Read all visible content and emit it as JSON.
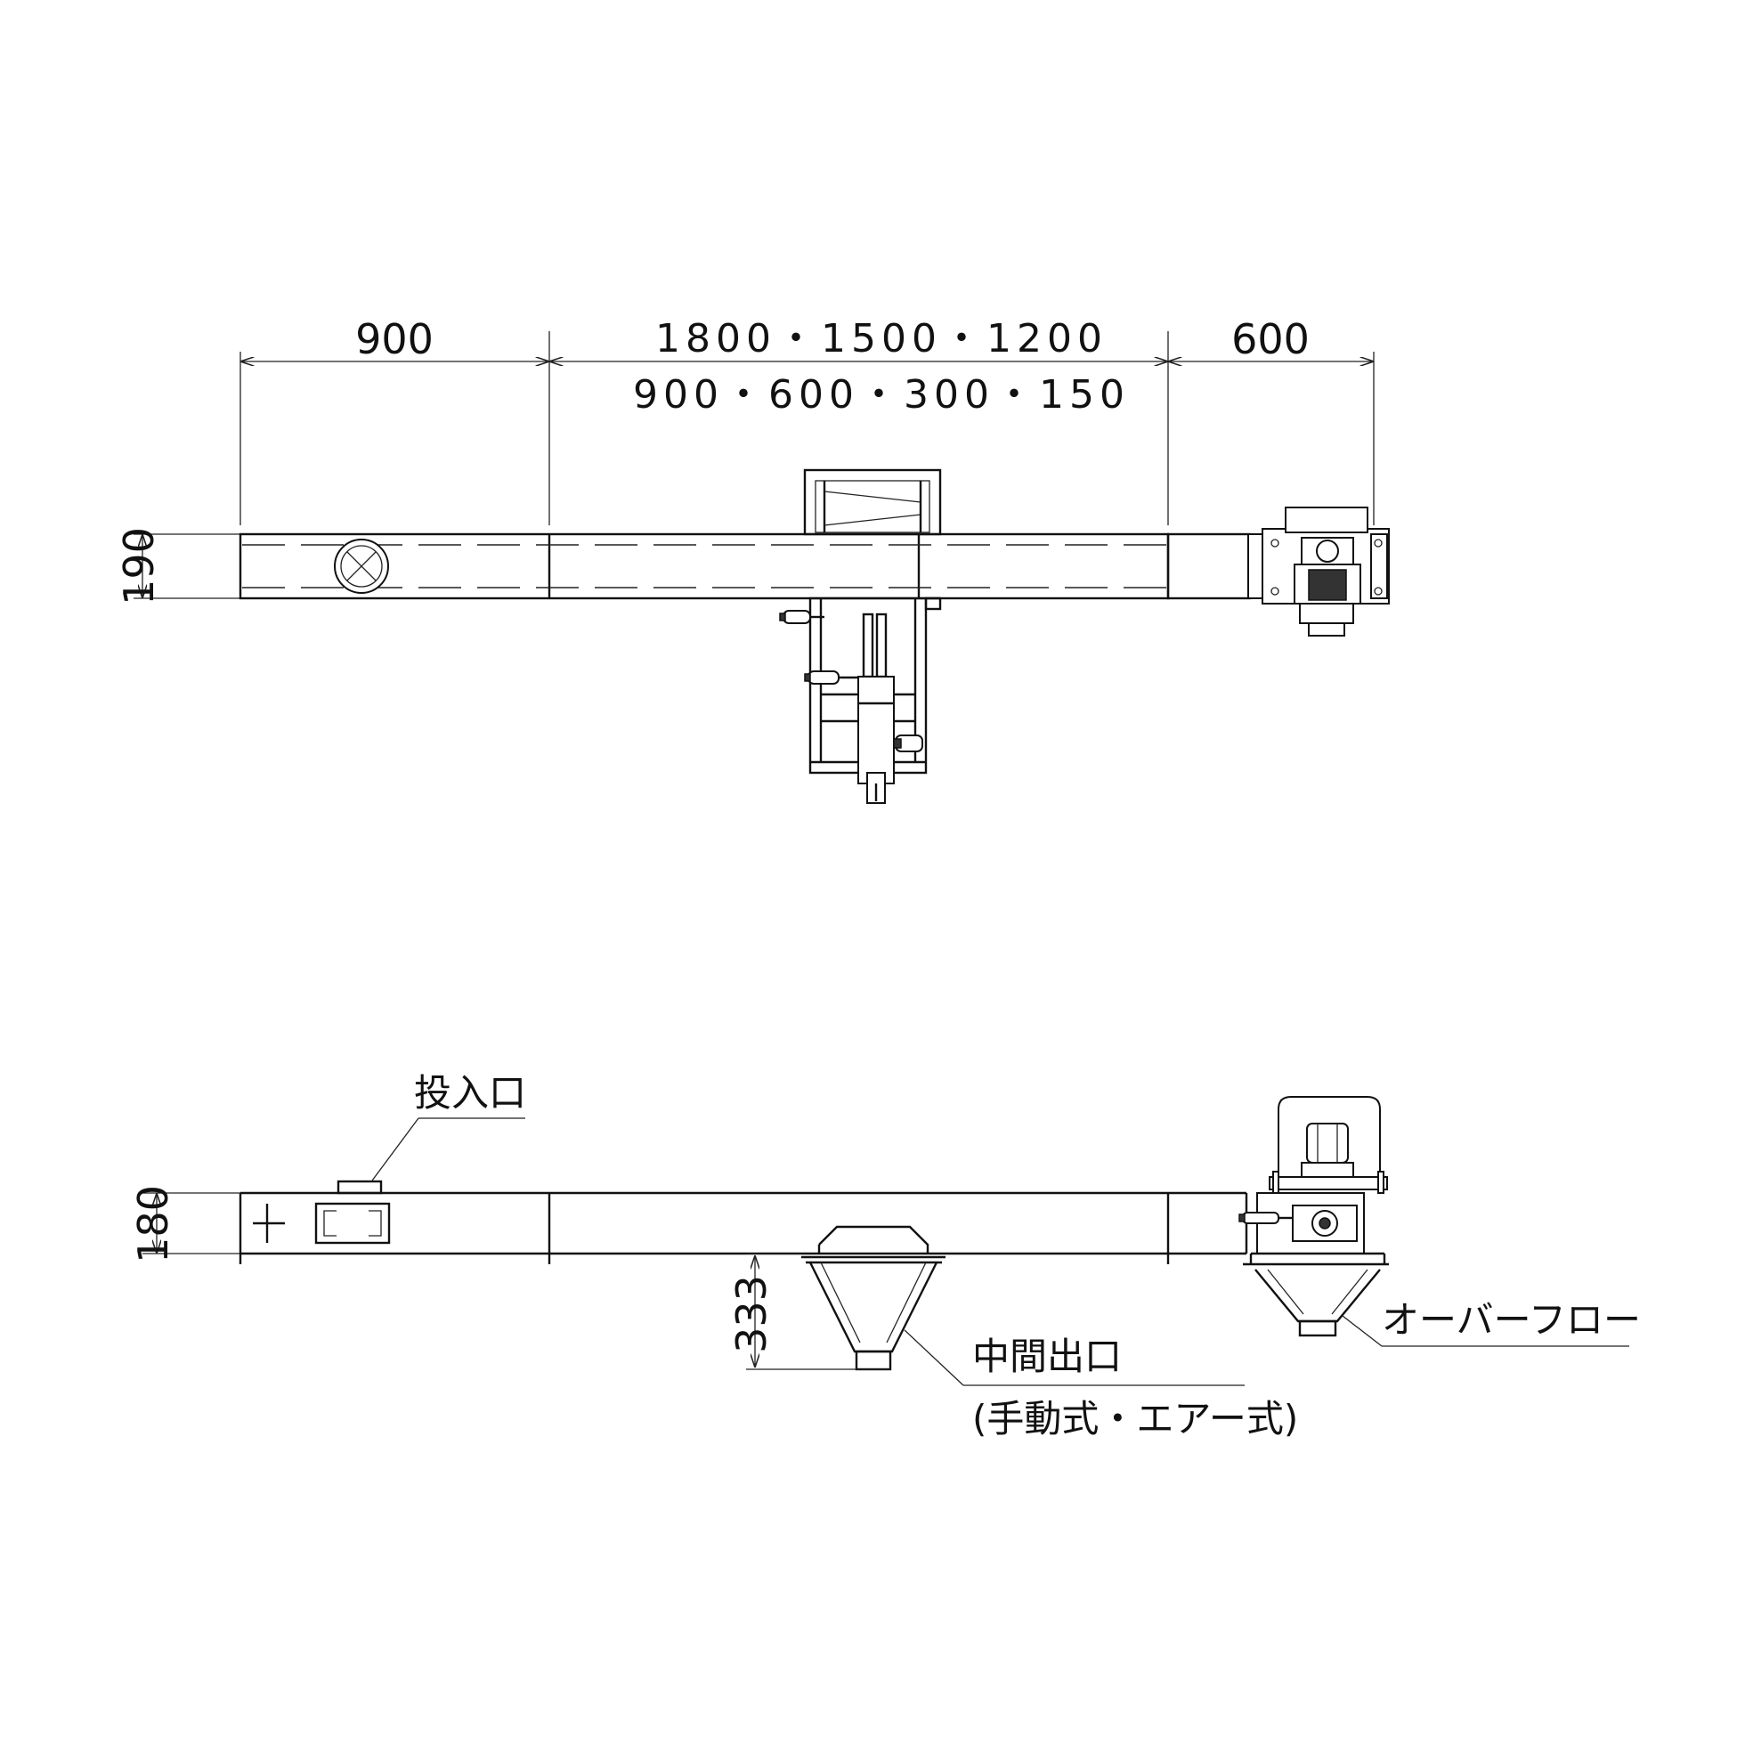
{
  "plan_view": {
    "dim_inlet_length": "900",
    "dim_middle_length_line1": "1800・1500・1200",
    "dim_middle_length_line2": "900・600・300・150",
    "dim_drive_length": "600",
    "dim_width": "190"
  },
  "side_view": {
    "dim_height": "180",
    "dim_outlet_height": "333",
    "inlet_label": "投入口",
    "middle_outlet_label": "中間出口",
    "middle_outlet_note": "(手動式・エアー式)",
    "overflow_label": "オーバーフロー"
  }
}
